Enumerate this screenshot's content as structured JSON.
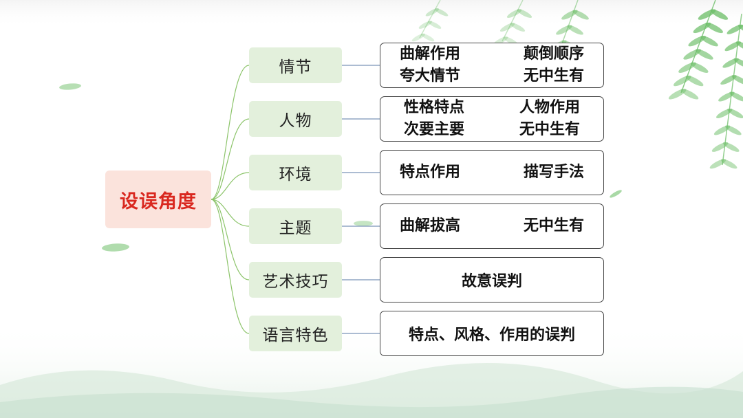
{
  "diagram": {
    "root": {
      "label": "设误角度"
    },
    "branches": [
      {
        "label": "情节",
        "items": [
          [
            "曲解作用",
            "颠倒顺序"
          ],
          [
            "夸大情节",
            "无中生有"
          ]
        ]
      },
      {
        "label": "人物",
        "items": [
          [
            "性格特点",
            "人物作用"
          ],
          [
            "次要主要",
            "无中生有"
          ]
        ]
      },
      {
        "label": "环境",
        "items": [
          [
            "特点作用",
            "描写手法"
          ]
        ]
      },
      {
        "label": "主题",
        "items": [
          [
            "曲解拔高",
            "无中生有"
          ]
        ]
      },
      {
        "label": "艺术技巧",
        "text": "故意误判"
      },
      {
        "label": "语言特色",
        "text": "特点、风格、作用的误判"
      }
    ]
  },
  "colors": {
    "root_bg": "#fbe3dc",
    "root_text": "#d9281f",
    "category_bg": "#e3f0dc",
    "connector_green": "#8cc46a",
    "connector_blue": "#7a93b8",
    "leaf_green": "#6fbf6a"
  }
}
